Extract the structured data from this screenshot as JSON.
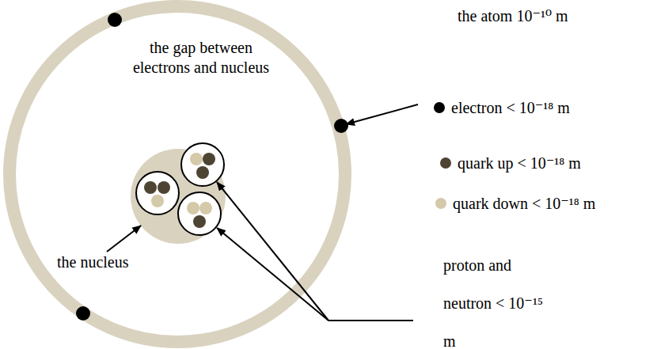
{
  "diagram": {
    "nodes": [
      {
        "text": [
          "the gap between electrons and nucleus"
        ]
      }
    ],
    "labels": [
      "the atom 10⁻¹⁰ m",
      "the nucleus",
      "proton and neutron < 10⁻¹⁵ m"
    ],
    "legend": [
      {
        "text": "electron < 10⁻¹⁸ m",
        "color": "#000000"
      },
      {
        "text": "quark up < 10⁻¹⁸ m",
        "color": "#4d4433"
      },
      {
        "text": "quark down < 10⁻¹⁸ m",
        "color": "#d4c9a8"
      }
    ]
  }
}
